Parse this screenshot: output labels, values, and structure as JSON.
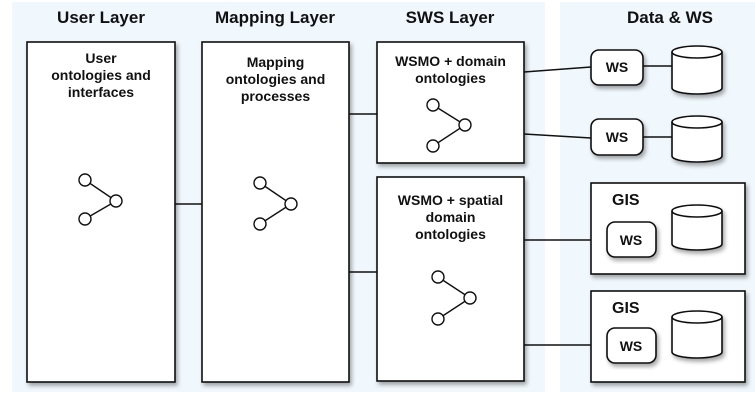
{
  "headers": {
    "user_layer": "User Layer",
    "mapping_layer": "Mapping Layer",
    "sws_layer": "SWS Layer",
    "data_ws": "Data & WS"
  },
  "boxes": {
    "user": "User\nontologies and\ninterfaces",
    "mapping": "Mapping\nontologies and\nprocesses",
    "sws_domain": "WSMO + domain\nontologies",
    "sws_spatial": "WSMO + spatial\ndomain\nontologies"
  },
  "services": {
    "ws_label": "WS",
    "gis_label": "GIS"
  },
  "colors": {
    "panel_bg": "#f1f8fd",
    "stroke": "#111111",
    "fill": "#ffffff"
  },
  "icons": [
    "ontology-graph-icon",
    "database-icon"
  ]
}
